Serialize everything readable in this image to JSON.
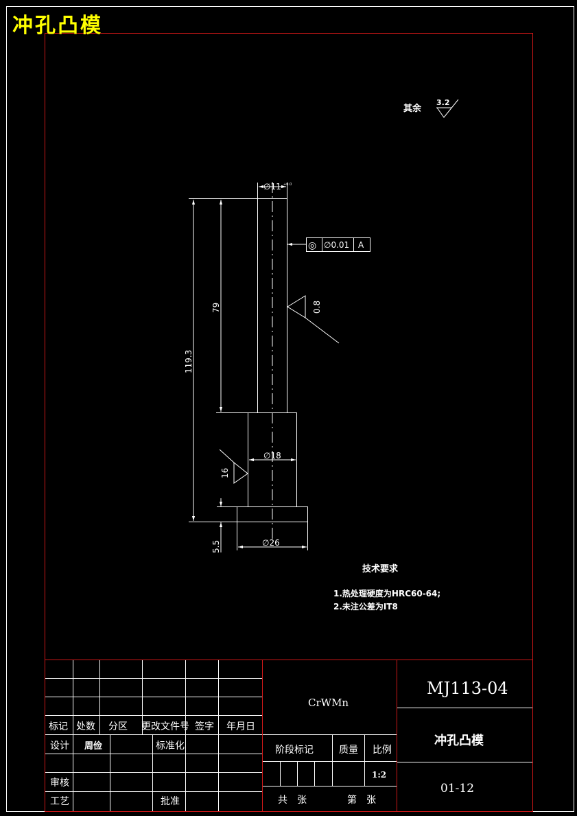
{
  "title": "冲孔凸模",
  "roughness_note": {
    "label": "其余",
    "value": "3.2"
  },
  "dimensions": {
    "top_diameter": "∅11",
    "top_tolerance": "+0.0",
    "length_79": "79",
    "total_length": "119.3",
    "mid_diameter": "∅18",
    "mid_length": "16",
    "head_height": "5.5",
    "head_diameter": "∅26"
  },
  "roughness_shaft": "0.8",
  "tolerance_frame": {
    "symbol": "◎",
    "value": "∅0.01",
    "datum": "A"
  },
  "tech_requirements": {
    "heading": "技术要求",
    "items": [
      "1.热处理硬度为HRC60-64;",
      "2.未注公差为IT8"
    ]
  },
  "title_block": {
    "material": "CrWMn",
    "drawing_no": "MJ113-04",
    "part_name": "冲孔凸模",
    "scale": "1:2",
    "sheet_code": "01-12",
    "header_labels": [
      "标记",
      "处数",
      "分区",
      "更改文件号",
      "签字",
      "年月日"
    ],
    "design": "设计",
    "designer": "周俭",
    "standardize": "标准化",
    "review": "审核",
    "process": "工艺",
    "approve": "批准",
    "stage_mark": "阶段标记",
    "mass": "质量",
    "ratio": "比例",
    "total_sheets": "共　张",
    "sheet_no": "第　张"
  }
}
